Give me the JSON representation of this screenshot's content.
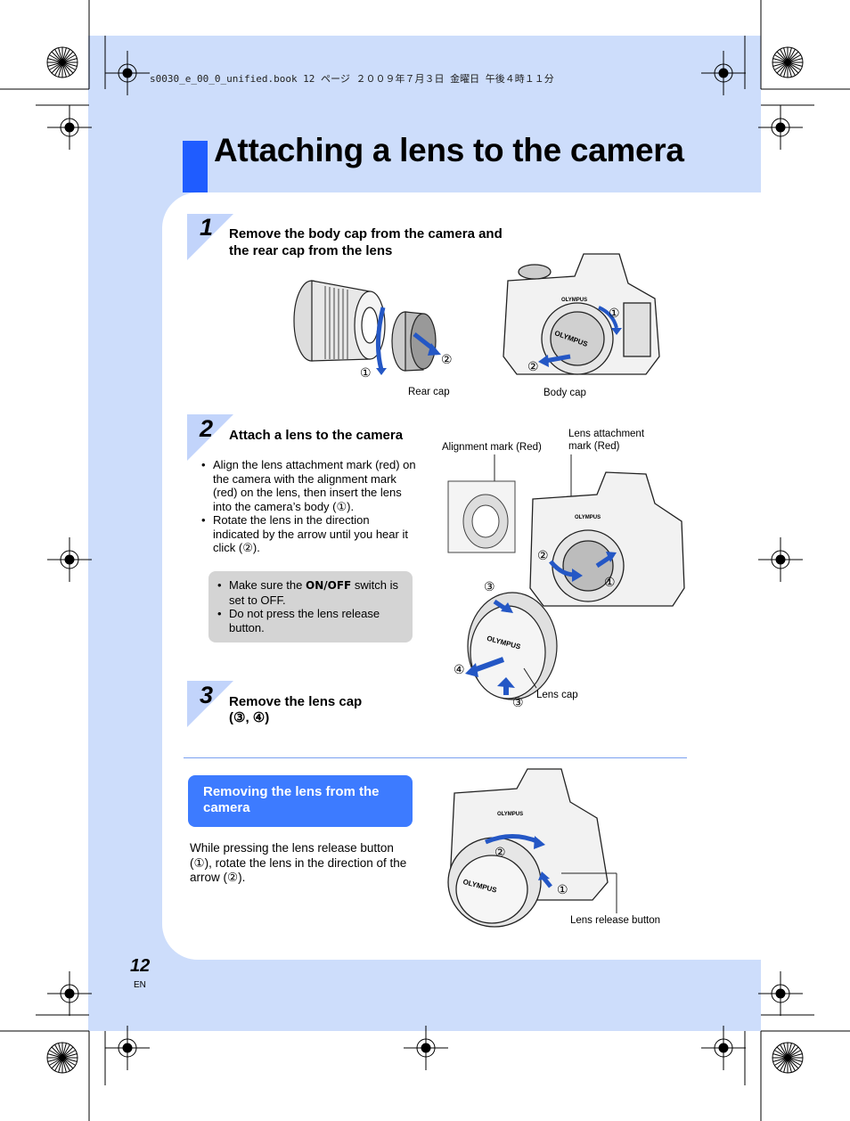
{
  "header": {
    "file_info": "s0030_e_00_0_unified.book  12 ページ  ２００９年７月３日  金曜日  午後４時１１分"
  },
  "title": "Attaching a lens to the camera",
  "steps": [
    {
      "number": "1",
      "title": "Remove the body cap from the camera and the rear cap from the lens",
      "callouts": {
        "c1a": "①",
        "c2a": "②",
        "c1b": "①",
        "c2b": "②"
      },
      "captions": {
        "rear": "Rear cap",
        "body": "Body cap"
      }
    },
    {
      "number": "2",
      "title": "Attach a lens to the camera",
      "bullets": [
        "Align the lens attachment mark (red) on the camera with the alignment mark (red) on the lens, then insert the lens into the camera’s body (①).",
        "Rotate the lens in the direction indicated by the arrow until you hear it click (②)."
      ],
      "note_prefix": "Make sure the ",
      "note_switch": "ON/OFF",
      "note_suffix": " switch is set to OFF.",
      "note_2": "Do not press the lens release button.",
      "captions": {
        "alignment": "Alignment mark (Red)",
        "lens_attach": "Lens attachment mark (Red)",
        "lens_cap": "Lens cap"
      },
      "callouts": {
        "c1": "①",
        "c2": "②",
        "c3a": "③",
        "c4": "④",
        "c3b": "③"
      }
    },
    {
      "number": "3",
      "title": "Remove the lens cap",
      "title_2": "(③, ④)"
    }
  ],
  "removing": {
    "heading": "Removing the lens from the camera",
    "text": "While pressing the lens release button (①), rotate the lens in the direction of the arrow (②).",
    "caption": "Lens release button",
    "callouts": {
      "c1": "①",
      "c2": "②"
    }
  },
  "footer": {
    "page": "12",
    "lang": "EN"
  },
  "colors": {
    "accent": "#1f5cff",
    "panel": "#cdddfb",
    "note": "#d4d4d4",
    "heading_box": "#3d7bff"
  }
}
